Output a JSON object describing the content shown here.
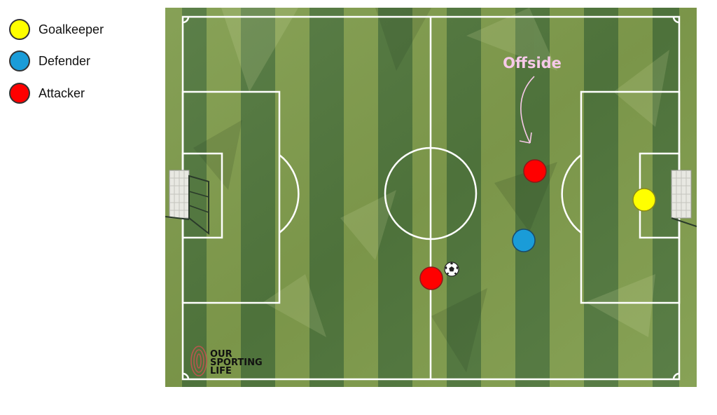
{
  "legend": {
    "items": [
      {
        "label": "Goalkeeper",
        "color": "#FFFF00"
      },
      {
        "label": "Defender",
        "color": "#1A9CD8"
      },
      {
        "label": "Attacker",
        "color": "#FF0000"
      }
    ]
  },
  "annotation": {
    "offside_label": "Offside",
    "color": "#F6C9E8"
  },
  "pitch": {
    "grass_light": "#7F9B4C",
    "grass_dark": "#4E7A3E",
    "line_color": "#FFFFFF"
  },
  "ball_icon": "soccer-ball-icon",
  "brand": {
    "line1": "OUR",
    "line2": "SPORTING",
    "line3": "LIFE"
  }
}
